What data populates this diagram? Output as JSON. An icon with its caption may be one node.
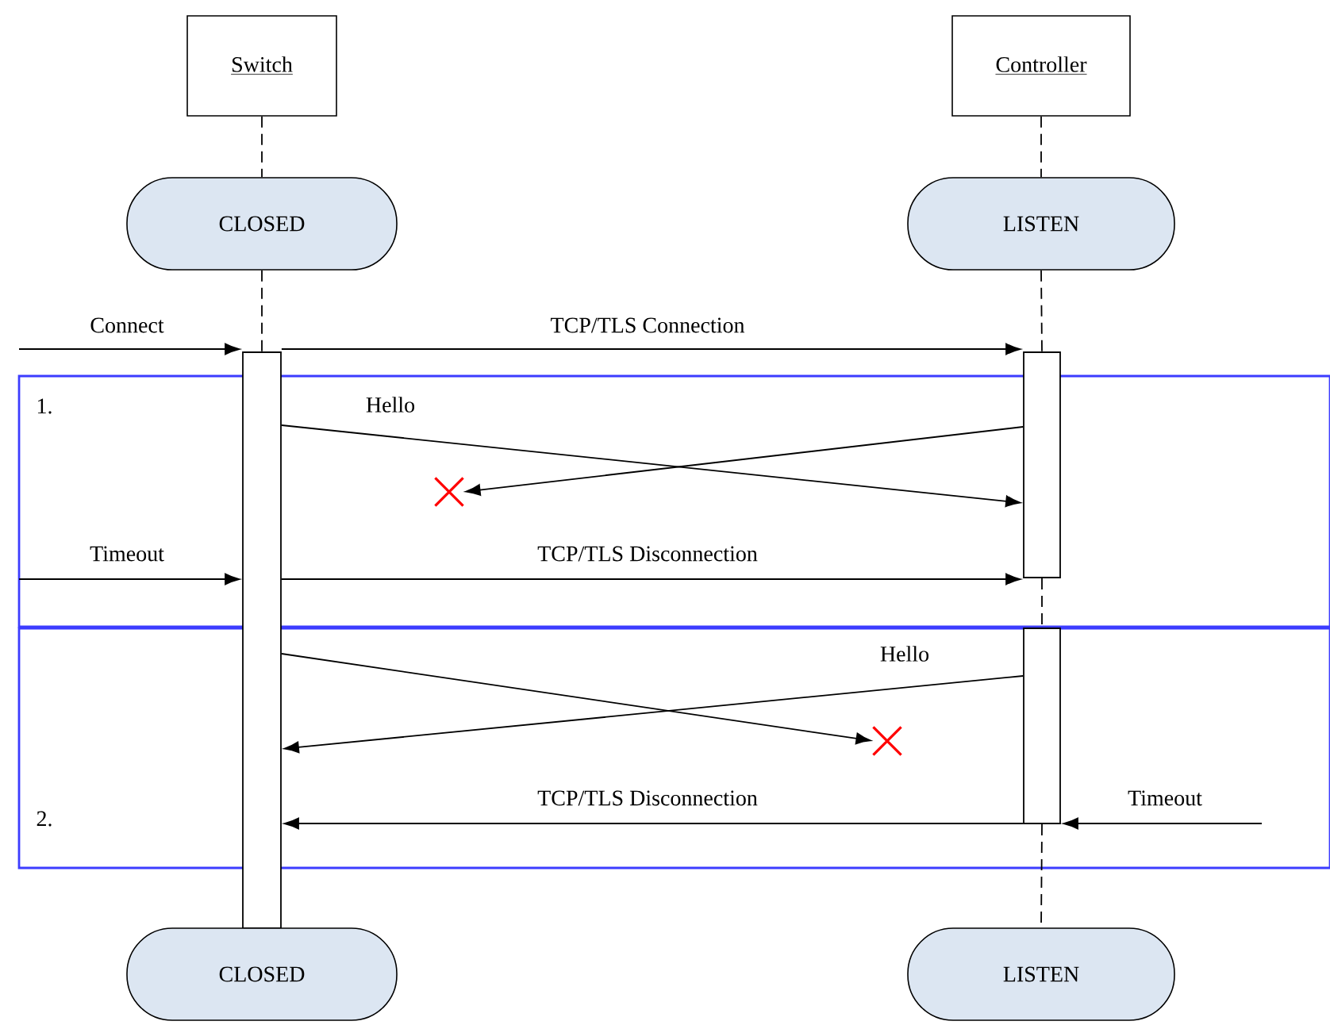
{
  "diagram": {
    "nodes": [
      {
        "text": [
          "Switch"
        ]
      },
      {
        "text": [
          "Controller"
        ]
      },
      {
        "text": [
          "CLOSED"
        ]
      },
      {
        "text": [
          "LISTEN"
        ]
      },
      {
        "text": [],
        "shape": "bar"
      },
      {
        "text": [],
        "shape": "bar"
      },
      {
        "text": [],
        "shape": "cross"
      },
      {
        "text": [],
        "shape": "bar"
      },
      {
        "text": [],
        "shape": "cross"
      },
      {
        "text": [
          "CLOSED"
        ]
      },
      {
        "text": [
          "LISTEN"
        ]
      }
    ],
    "edges": [
      {
        "from": null,
        "to": 4,
        "arrow": "to",
        "label": "Connect"
      },
      {
        "from": 4,
        "to": 5,
        "arrow": "to",
        "label": "TCP/TLS Connection"
      },
      {
        "from": 4,
        "to": 5,
        "arrow": "to",
        "label": "Hello"
      },
      {
        "from": 5,
        "to": 6,
        "arrow": "to"
      },
      {
        "from": null,
        "to": 4,
        "arrow": "to",
        "label": "Timeout"
      },
      {
        "from": 4,
        "to": 5,
        "arrow": "to",
        "label": "TCP/TLS Disconnection"
      },
      {
        "from": 4,
        "to": 8,
        "arrow": "to"
      },
      {
        "from": 7,
        "to": 4,
        "arrow": "to",
        "label": "Hello"
      },
      {
        "from": 7,
        "to": 4,
        "arrow": "to",
        "label": "TCP/TLS Disconnection"
      },
      {
        "from": null,
        "to": 7,
        "arrow": "to",
        "label": "Timeout"
      },
      {
        "from": 0,
        "to": 2,
        "arrow": "none",
        "style": "dashed"
      },
      {
        "from": 2,
        "to": 4,
        "arrow": "none",
        "style": "dashed"
      },
      {
        "from": 1,
        "to": 3,
        "arrow": "none",
        "style": "dashed"
      },
      {
        "from": 3,
        "to": 5,
        "arrow": "none",
        "style": "dashed"
      },
      {
        "from": 5,
        "to": 7,
        "arrow": "none",
        "style": "dashed"
      },
      {
        "from": 7,
        "to": 10,
        "arrow": "none",
        "style": "dashed"
      }
    ],
    "labels": [
      "1.",
      "2."
    ]
  }
}
